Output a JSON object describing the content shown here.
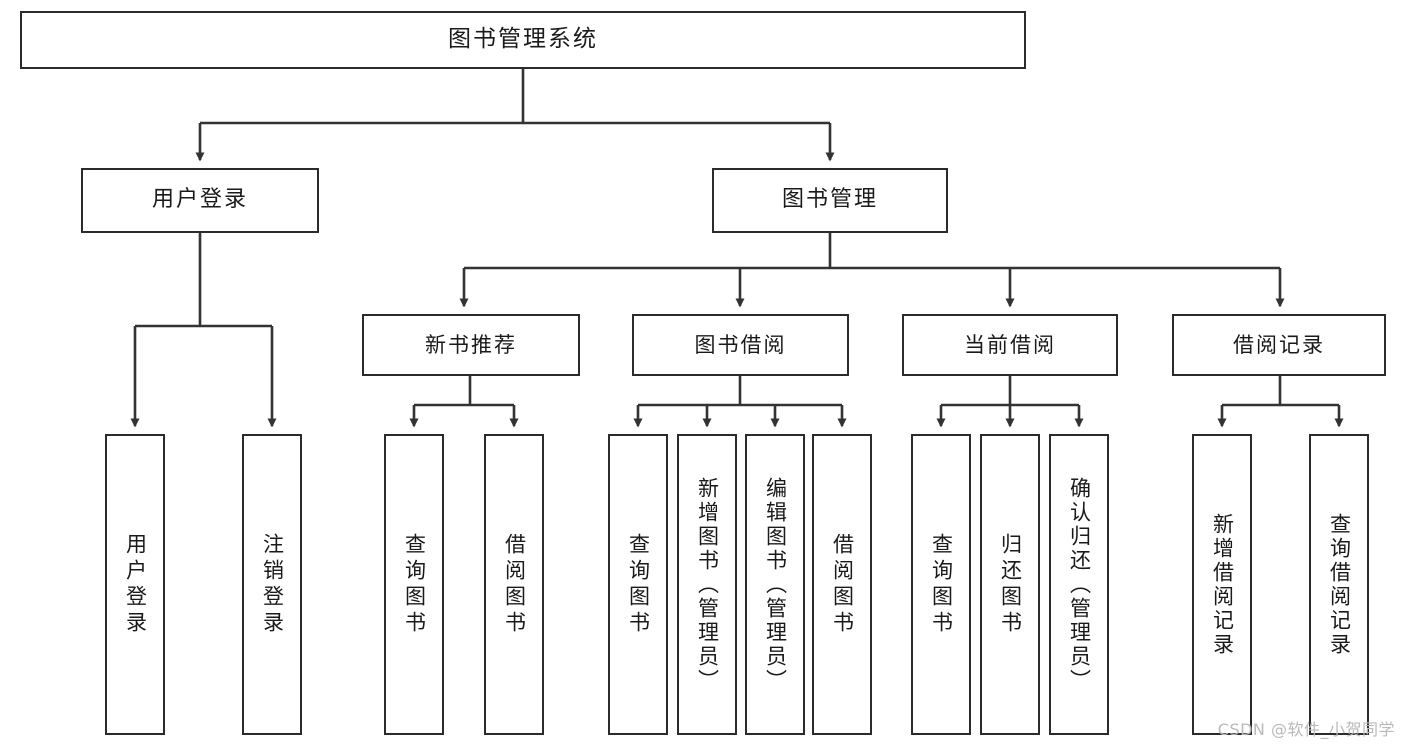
{
  "diagram": {
    "title_node": {
      "label": "图书管理系统"
    },
    "level2": [
      {
        "id": "user-login",
        "label": "用户登录"
      },
      {
        "id": "book-manage",
        "label": "图书管理"
      }
    ],
    "level3": [
      {
        "id": "new-book-rec",
        "label": "新书推荐"
      },
      {
        "id": "book-borrow",
        "label": "图书借阅"
      },
      {
        "id": "current-borrow",
        "label": "当前借阅"
      },
      {
        "id": "borrow-record",
        "label": "借阅记录"
      }
    ],
    "leaves": {
      "user_login": [
        {
          "id": "leaf-user-login",
          "label": "用户登录"
        },
        {
          "id": "leaf-logout-login",
          "label": "注销登录"
        }
      ],
      "new_book_rec": [
        {
          "id": "leaf-query-book-1",
          "label": "查询图书"
        },
        {
          "id": "leaf-borrow-book-1",
          "label": "借阅图书"
        }
      ],
      "book_borrow": [
        {
          "id": "leaf-query-book-2",
          "label": "查询图书"
        },
        {
          "id": "leaf-add-book",
          "label": "新增图书（管理员）"
        },
        {
          "id": "leaf-edit-book",
          "label": "编辑图书（管理员）"
        },
        {
          "id": "leaf-borrow-book-2",
          "label": "借阅图书"
        }
      ],
      "current_borrow": [
        {
          "id": "leaf-query-book-3",
          "label": "查询图书"
        },
        {
          "id": "leaf-return-book",
          "label": "归还图书"
        },
        {
          "id": "leaf-confirm-return",
          "label": "确认归还（管理员）"
        }
      ],
      "borrow_record": [
        {
          "id": "leaf-add-record",
          "label": "新增借阅记录"
        },
        {
          "id": "leaf-query-record",
          "label": "查询借阅记录"
        }
      ]
    }
  },
  "watermark": {
    "text": "CSDN @软件_小贺同学"
  },
  "colors": {
    "box_border": "#2b2b2b",
    "box_fill": "#ffffff",
    "connector": "#333333",
    "text": "#1a1a1a",
    "watermark": "#b9b9b9",
    "background": "#ffffff"
  }
}
